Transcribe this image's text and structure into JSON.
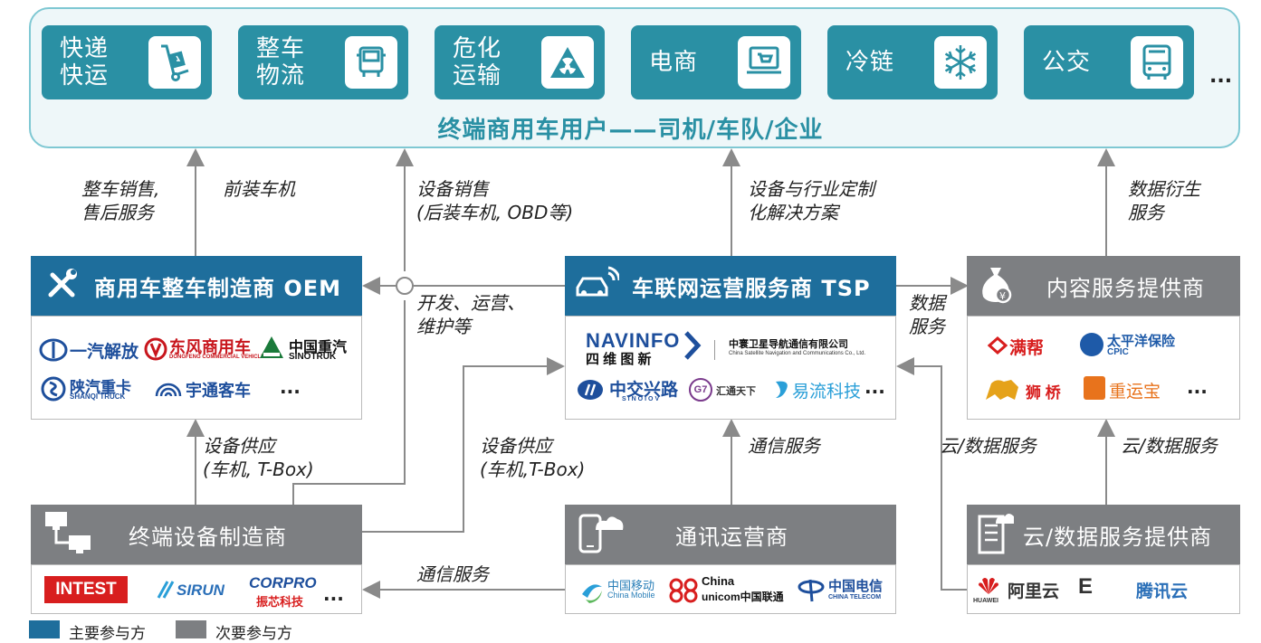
{
  "users": {
    "segments": [
      {
        "label": "快递\n快运",
        "icon": "hand-truck-icon"
      },
      {
        "label": "整车\n物流",
        "icon": "truck-front-icon"
      },
      {
        "label": "危化\n运输",
        "icon": "hazard-icon"
      },
      {
        "label": "电商",
        "icon": "laptop-cart-icon"
      },
      {
        "label": "冷链",
        "icon": "snowflake-icon"
      },
      {
        "label": "公交",
        "icon": "bus-icon"
      }
    ],
    "more": "...",
    "title": "终端商用车用户——司机/车队/企业"
  },
  "arrows": {
    "oem_sales": "整车销售,\n售后服务",
    "front_unit": "前装车机",
    "device_sales": "设备销售\n(后装车机, OBD等)",
    "tsp_solutions": "设备与行业定制\n化解决方案",
    "data_derived": "数据衍生\n服务",
    "dev_ops": "开发、运营、\n维护等",
    "data_service": "数据\n服务",
    "supply_oem": "设备供应\n(车机, T-Box)",
    "supply_tsp": "设备供应\n(车机,T-Box)",
    "comm_service_tsp": "通信服务",
    "cloud_service_tsp": "云/数据服务",
    "cloud_service_content": "云/数据服务",
    "comm_service_device": "通信服务"
  },
  "oem": {
    "title": "商用车整车制造商 OEM",
    "icon": "tools-icon",
    "logos": [
      "一汽解放",
      "东风商用车",
      "DONGFENG COMMERCIAL VEHICLE",
      "中国重汽",
      "SINOTRUK",
      "陕汽重卡",
      "SHANQI TRUCK",
      "宇通客车"
    ],
    "more": "..."
  },
  "tsp": {
    "title": "车联网运营服务商 TSP",
    "icon": "connected-car-icon",
    "logos": [
      "NAVINFO",
      "四 维 图 新",
      "中寰卫星导航通信有限公司",
      "China Satellite Navigation and Communications Co., Ltd.",
      "中交兴路",
      "SINOIOV",
      "G7",
      "汇通天下",
      "易流科技"
    ],
    "more": "..."
  },
  "content": {
    "title": "内容服务提供商",
    "icon": "money-bag-icon",
    "logos": [
      "满帮",
      "太平洋保险",
      "CPIC",
      "狮 桥",
      "重运宝"
    ],
    "more": "..."
  },
  "device": {
    "title": "终端设备制造商",
    "icon": "network-icon",
    "logos": [
      "INTEST",
      "SIRUN",
      "CORPRO",
      "振芯科技"
    ],
    "more": "..."
  },
  "telecom": {
    "title": "通讯运营商",
    "icon": "phone-cloud-icon",
    "logos": [
      "中国移动",
      "China Mobile",
      "China",
      "unicom中国联通",
      "中国电信",
      "CHINA TELECOM"
    ]
  },
  "cloud": {
    "title": "云/数据服务提供商",
    "icon": "server-cloud-icon",
    "logos": [
      "HUAWEI",
      "阿里云",
      "E",
      "腾讯云"
    ]
  },
  "legend": {
    "primary": "主要参与方",
    "secondary": "次要参与方"
  },
  "colors": {
    "primary": "#1e6e9c",
    "secondary": "#7d7f82",
    "accent": "#2a90a4"
  }
}
